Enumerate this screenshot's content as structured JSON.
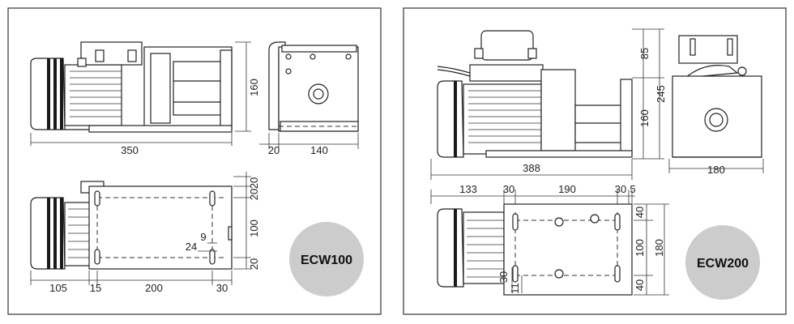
{
  "left_panel": {
    "model": "ECW100",
    "dims": {
      "top_length": "350",
      "top_height": "160",
      "side_offset": "20",
      "side_width": "140",
      "plan_20a": "20",
      "plan_20b": "20",
      "plan_100": "100",
      "plan_20c": "20",
      "plan_9": "9",
      "plan_24": "24",
      "plan_105": "105",
      "plan_15": "15",
      "plan_200": "200",
      "plan_30": "30"
    }
  },
  "right_panel": {
    "model": "ECW200",
    "dims": {
      "height_85": "85",
      "height_245": "245",
      "height_160": "160",
      "length_388": "388",
      "side_180": "180",
      "plan_133": "133",
      "plan_30": "30",
      "plan_190": "190",
      "plan_30b": "30",
      "plan_5": "5",
      "plan_40a": "40",
      "plan_100": "100",
      "plan_40b": "40",
      "plan_180": "180",
      "plan_30v": "30",
      "plan_11": "11"
    }
  },
  "colors": {
    "frame": "#333333",
    "badge": "#cccccc",
    "line": "#222222"
  }
}
